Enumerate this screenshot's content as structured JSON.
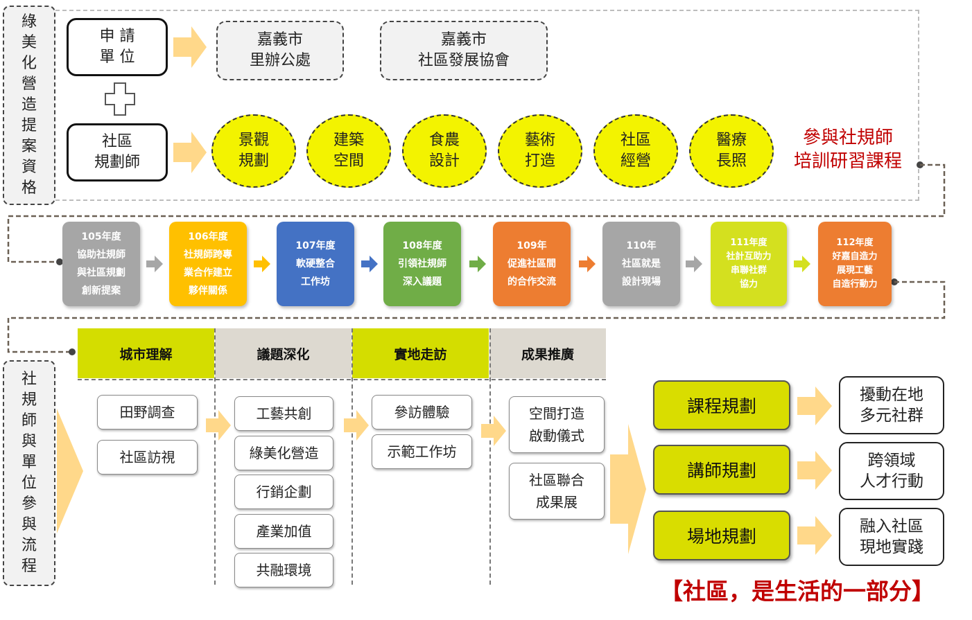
{
  "section1": {
    "label_chars": [
      "綠",
      "美",
      "化",
      "營",
      "造",
      "提",
      "案",
      "資",
      "格"
    ],
    "applicant": "申 請\n單 位",
    "applicant_orgs": [
      "嘉義市\n里辦公處",
      "嘉義市\n社區發展協會"
    ],
    "planner": "社區\n規劃師",
    "planner_fields": [
      "景觀\n規劃",
      "建築\n空間",
      "食農\n設計",
      "藝術\n打造",
      "社區\n經營",
      "醫療\n長照"
    ],
    "training_title": "參與社規師\n培訓研習課程"
  },
  "timeline": [
    {
      "label": "105年度\n協助社規師\n與社區規劃\n創新提案",
      "color": "#a6a6a6"
    },
    {
      "label": "106年度\n社規師跨專\n業合作建立\n夥伴關係",
      "color": "#ffc000"
    },
    {
      "label": "107年度\n軟硬整合\n工作坊",
      "color": "#4472c4"
    },
    {
      "label": "108年度\n引領社規師\n深入議題",
      "color": "#70ad47"
    },
    {
      "label": "109年\n促進社區間\n的合作交流",
      "color": "#ed7d31"
    },
    {
      "label": "110年\n社區就是\n設計現場",
      "color": "#a6a6a6"
    },
    {
      "label": "111年度\n社計互助力\n串聯社群\n協力",
      "color": "#d4e01f"
    },
    {
      "label": "112年度\n好嘉自造力\n展現工藝\n自造行動力",
      "color": "#ed7d31"
    }
  ],
  "colors": {
    "accent_red": "#c00000",
    "phase_green": "#d4dd00",
    "phase_gray": "#ddd9d0",
    "arrow_fill": "#ffd88a",
    "circle_yellow": "#f3f300"
  },
  "section3": {
    "label_chars": [
      "社",
      "規",
      "師",
      "與",
      "單",
      "位",
      "參",
      "與",
      "流",
      "程"
    ],
    "phases": [
      "城市理解",
      "議題深化",
      "實地走訪",
      "成果推廣"
    ],
    "col1_tasks": [
      "田野調查",
      "社區訪視"
    ],
    "col2_tasks": [
      "工藝共創",
      "綠美化營造",
      "行銷企劃",
      "產業加值",
      "共融環境"
    ],
    "col3_tasks": [
      "參訪體驗",
      "示範工作坊"
    ],
    "col4_tasks": [
      "空間打造\n啟動儀式",
      "社區聯合\n成果展"
    ],
    "plans": [
      "課程規劃",
      "講師規劃",
      "場地規劃"
    ],
    "outcomes": [
      "擾動在地\n多元社群",
      "跨領域\n人才行動",
      "融入社區\n現地實踐"
    ],
    "slogan": "【社區，是生活的一部分】"
  }
}
